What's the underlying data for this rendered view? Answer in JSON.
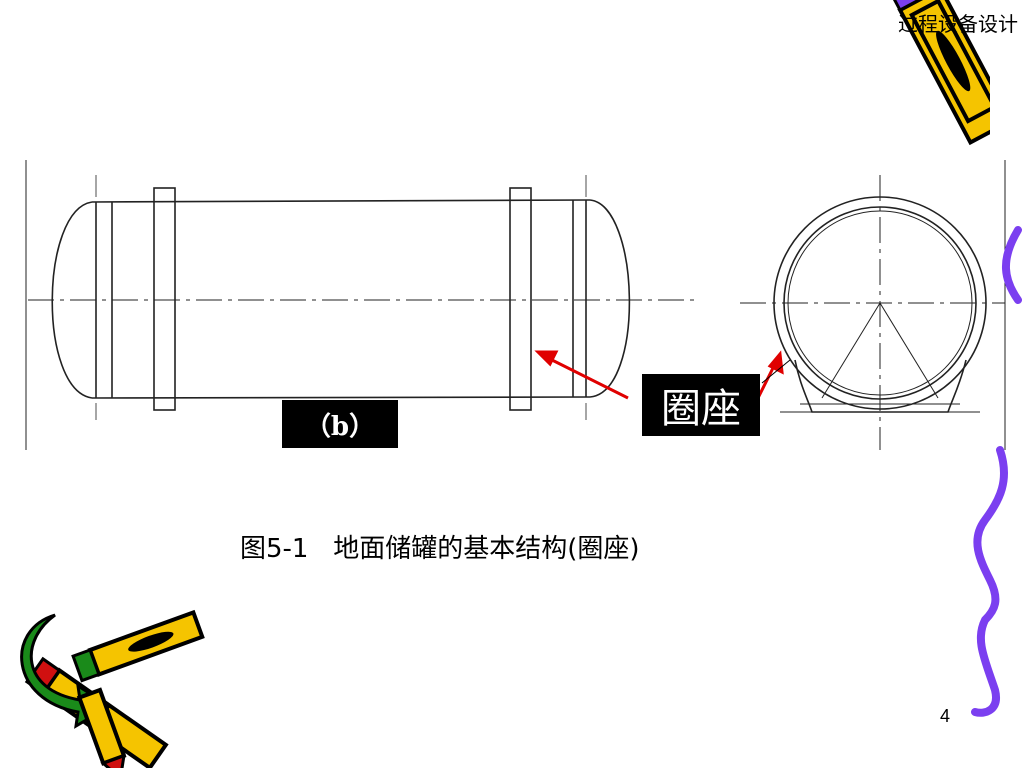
{
  "header": {
    "course_title": "过程设备设计"
  },
  "figure": {
    "view_label": "（b）",
    "callout_label": "圈座",
    "caption": "图5-1   地面储罐的基本结构(圈座)"
  },
  "page": {
    "number": "4"
  },
  "colors": {
    "arrow": "#e00000",
    "squiggle": "#7b3ff0",
    "pencil_yellow": "#f5c400",
    "pencil_green": "#1a8a1a",
    "pencil_red": "#d01010"
  },
  "icons": [
    "pencil-icon",
    "pencils-arrow-icon",
    "purple-squiggle-decoration"
  ]
}
